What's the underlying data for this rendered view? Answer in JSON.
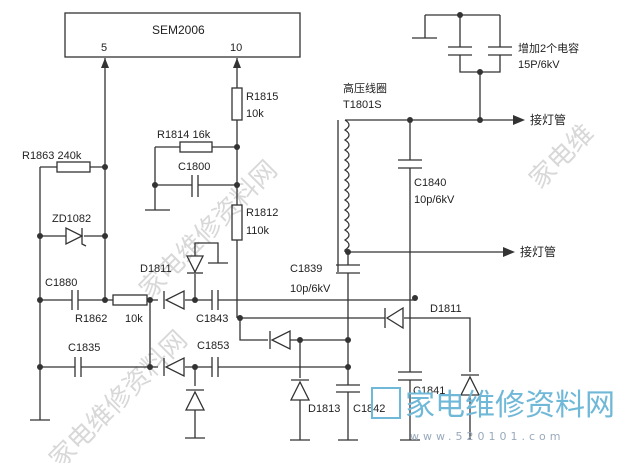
{
  "ic": {
    "name": "SEM2006",
    "pin_a": "5",
    "pin_b": "10"
  },
  "components": {
    "r1863": "R1863  240k",
    "zd1082": "ZD1082",
    "c1880": "C1880",
    "r1862": "R1862",
    "r1862_value": "10k",
    "c1835": "C1835",
    "r1815": "R1815",
    "r1815_value": "10k",
    "r1814": "R1814  16k",
    "c1800": "C1800",
    "r1812": "R1812",
    "r1812_value": "110k",
    "d1811_upper": "D1811",
    "c1843": "C1843",
    "c1853": "C1853",
    "c1839": "C1839",
    "c1839_value": "10p/6kV",
    "d1811_right": "D1811",
    "d1813": "D1813",
    "c1842": "C1842",
    "c1841": "C1841",
    "c1840": "C1840",
    "c1840_value": "10p/6kV",
    "transformer_title": "高压线圈",
    "transformer": "T1801S",
    "added_caps": "增加2个电容",
    "added_caps_value": "15P/6kV",
    "output_top": "接灯管",
    "output_bottom": "接灯管"
  },
  "watermark": {
    "logo_text": "家电维修资料网",
    "url": "www.520101.com",
    "diag_text": "家电维修资料网"
  }
}
